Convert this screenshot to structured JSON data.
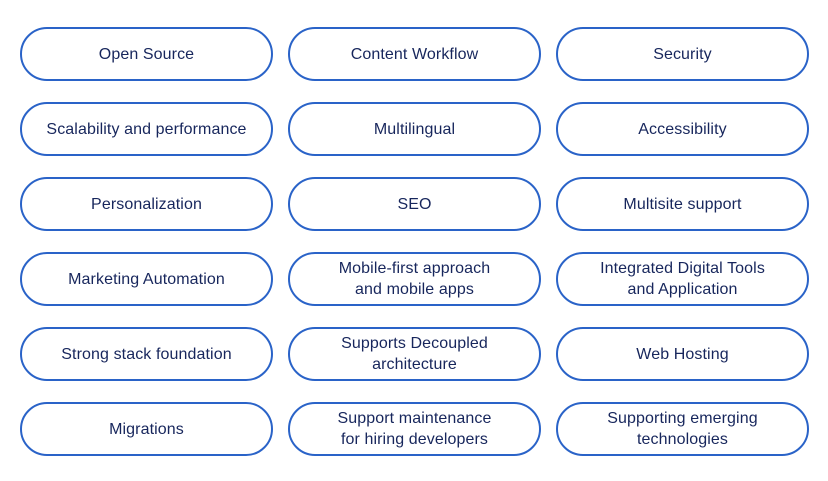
{
  "theme": {
    "background_color": "#FFFFFF",
    "pill_border_color": "#2A63C8",
    "pill_text_color": "#17265C",
    "pill_background_color": "#FFFFFF"
  },
  "pills": [
    {
      "label": "Open Source"
    },
    {
      "label": "Content Workflow"
    },
    {
      "label": "Security"
    },
    {
      "label": "Scalability and performance"
    },
    {
      "label": "Multilingual"
    },
    {
      "label": "Accessibility"
    },
    {
      "label": "Personalization"
    },
    {
      "label": "SEO"
    },
    {
      "label": "Multisite support"
    },
    {
      "label": "Marketing Automation"
    },
    {
      "label": "Mobile-first approach\nand mobile apps"
    },
    {
      "label": "Integrated Digital Tools\nand Application"
    },
    {
      "label": "Strong stack foundation"
    },
    {
      "label": "Supports Decoupled\narchitecture"
    },
    {
      "label": "Web Hosting"
    },
    {
      "label": "Migrations"
    },
    {
      "label": "Support maintenance\nfor hiring developers"
    },
    {
      "label": "Supporting emerging\ntechnologies"
    }
  ]
}
